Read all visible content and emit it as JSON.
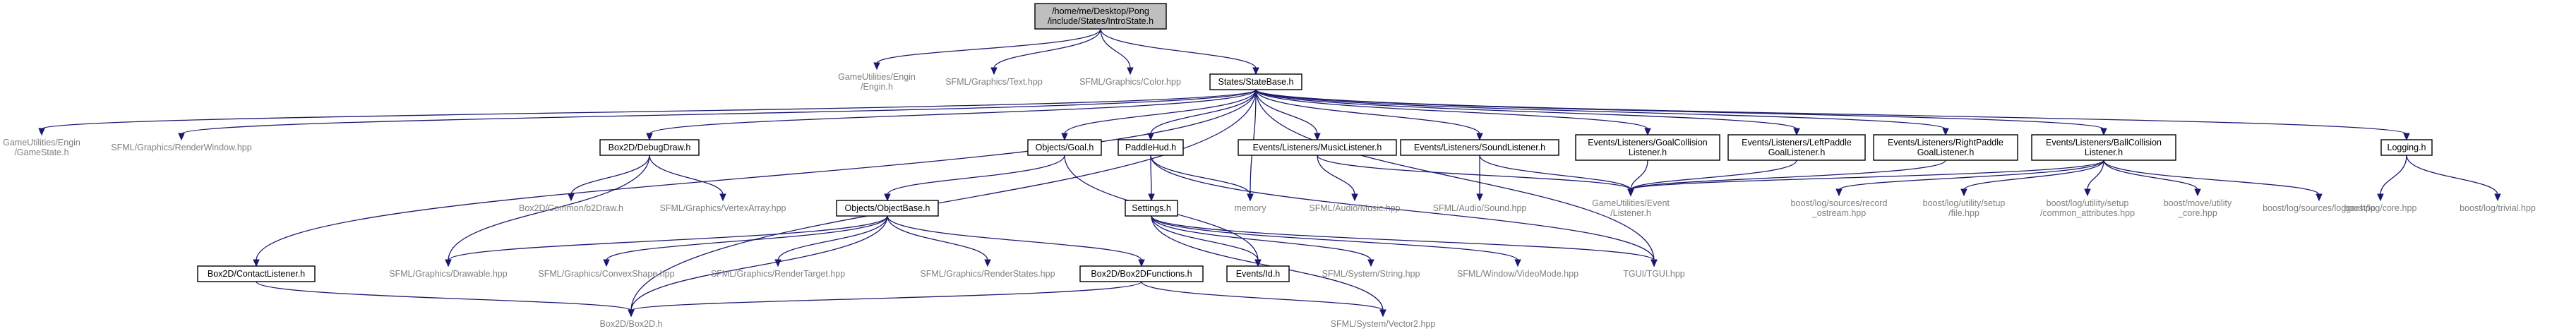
{
  "diagram": {
    "type": "include-dependency-graph",
    "colors": {
      "edge": "#191970",
      "root_fill": "#bfbfbf",
      "documented_fill": "#ffffff",
      "documented_border": "#000000",
      "external_text": "#7f7f7f",
      "text": "#000000"
    },
    "nodes": [
      {
        "id": "introstate",
        "lines": [
          "/home/me/Desktop/Pong",
          "/include/States/IntroState.h"
        ],
        "kind": "root"
      },
      {
        "id": "engin",
        "lines": [
          "GameUtilities/Engin",
          "/Engin.h"
        ],
        "kind": "external"
      },
      {
        "id": "text",
        "lines": [
          "SFML/Graphics/Text.hpp"
        ],
        "kind": "external"
      },
      {
        "id": "color",
        "lines": [
          "SFML/Graphics/Color.hpp"
        ],
        "kind": "external"
      },
      {
        "id": "statebase",
        "lines": [
          "States/StateBase.h"
        ],
        "kind": "documented"
      },
      {
        "id": "gamestate",
        "lines": [
          "GameUtilities/Engin",
          "/GameState.h"
        ],
        "kind": "external"
      },
      {
        "id": "renderwindow",
        "lines": [
          "SFML/Graphics/RenderWindow.hpp"
        ],
        "kind": "external"
      },
      {
        "id": "debugdraw",
        "lines": [
          "Box2D/DebugDraw.h"
        ],
        "kind": "documented"
      },
      {
        "id": "goal",
        "lines": [
          "Objects/Goal.h"
        ],
        "kind": "documented"
      },
      {
        "id": "paddlehud",
        "lines": [
          "PaddleHud.h"
        ],
        "kind": "documented"
      },
      {
        "id": "musiclistener",
        "lines": [
          "Events/Listeners/MusicListener.h"
        ],
        "kind": "documented"
      },
      {
        "id": "soundlistener",
        "lines": [
          "Events/Listeners/SoundListener.h"
        ],
        "kind": "documented"
      },
      {
        "id": "goalcollision",
        "lines": [
          "Events/Listeners/GoalCollision",
          "Listener.h"
        ],
        "kind": "documented"
      },
      {
        "id": "leftpaddle",
        "lines": [
          "Events/Listeners/LeftPaddle",
          "GoalListener.h"
        ],
        "kind": "documented"
      },
      {
        "id": "rightpaddle",
        "lines": [
          "Events/Listeners/RightPaddle",
          "GoalListener.h"
        ],
        "kind": "documented"
      },
      {
        "id": "ballcollision",
        "lines": [
          "Events/Listeners/BallCollision",
          "Listener.h"
        ],
        "kind": "documented"
      },
      {
        "id": "logging",
        "lines": [
          "Logging.h"
        ],
        "kind": "documented"
      },
      {
        "id": "b2draw",
        "lines": [
          "Box2D/Common/b2Draw.h"
        ],
        "kind": "external"
      },
      {
        "id": "vertexarray",
        "lines": [
          "SFML/Graphics/VertexArray.hpp"
        ],
        "kind": "external"
      },
      {
        "id": "objectbase",
        "lines": [
          "Objects/ObjectBase.h"
        ],
        "kind": "documented"
      },
      {
        "id": "memory",
        "lines": [
          "memory"
        ],
        "kind": "external"
      },
      {
        "id": "settings",
        "lines": [
          "Settings.h"
        ],
        "kind": "documented"
      },
      {
        "id": "music",
        "lines": [
          "SFML/Audio/Music.hpp"
        ],
        "kind": "external"
      },
      {
        "id": "sound",
        "lines": [
          "SFML/Audio/Sound.hpp"
        ],
        "kind": "external"
      },
      {
        "id": "eventlistener",
        "lines": [
          "GameUtilities/Event",
          "/Listener.h"
        ],
        "kind": "external"
      },
      {
        "id": "record_ostream",
        "lines": [
          "boost/log/sources/record",
          "_ostream.hpp"
        ],
        "kind": "external"
      },
      {
        "id": "setupfile",
        "lines": [
          "boost/log/utility/setup",
          "/file.hpp"
        ],
        "kind": "external"
      },
      {
        "id": "common_attributes",
        "lines": [
          "boost/log/utility/setup",
          "/common_attributes.hpp"
        ],
        "kind": "external"
      },
      {
        "id": "utility_core",
        "lines": [
          "boost/move/utility",
          "_core.hpp"
        ],
        "kind": "external"
      },
      {
        "id": "logger",
        "lines": [
          "boost/log/sources/logger.hpp"
        ],
        "kind": "external"
      },
      {
        "id": "logcore",
        "lines": [
          "boost/log/core.hpp"
        ],
        "kind": "external"
      },
      {
        "id": "trivial",
        "lines": [
          "boost/log/trivial.hpp"
        ],
        "kind": "external"
      },
      {
        "id": "contactlistener",
        "lines": [
          "Box2D/ContactListener.h"
        ],
        "kind": "documented"
      },
      {
        "id": "drawable",
        "lines": [
          "SFML/Graphics/Drawable.hpp"
        ],
        "kind": "external"
      },
      {
        "id": "convexshape",
        "lines": [
          "SFML/Graphics/ConvexShape.hpp"
        ],
        "kind": "external"
      },
      {
        "id": "rendertarget",
        "lines": [
          "SFML/Graphics/RenderTarget.hpp"
        ],
        "kind": "external"
      },
      {
        "id": "renderstates",
        "lines": [
          "SFML/Graphics/RenderStates.hpp"
        ],
        "kind": "external"
      },
      {
        "id": "box2dfunctions",
        "lines": [
          "Box2D/Box2DFunctions.h"
        ],
        "kind": "documented"
      },
      {
        "id": "eventsid",
        "lines": [
          "Events/Id.h"
        ],
        "kind": "documented"
      },
      {
        "id": "systemstring",
        "lines": [
          "SFML/System/String.hpp"
        ],
        "kind": "external"
      },
      {
        "id": "videomode",
        "lines": [
          "SFML/Window/VideoMode.hpp"
        ],
        "kind": "external"
      },
      {
        "id": "tgui",
        "lines": [
          "TGUI/TGUI.hpp"
        ],
        "kind": "external"
      },
      {
        "id": "box2d",
        "lines": [
          "Box2D/Box2D.h"
        ],
        "kind": "external"
      },
      {
        "id": "vector2",
        "lines": [
          "SFML/System/Vector2.hpp"
        ],
        "kind": "external"
      }
    ],
    "edges": [
      [
        "introstate",
        "engin"
      ],
      [
        "introstate",
        "text"
      ],
      [
        "introstate",
        "color"
      ],
      [
        "introstate",
        "statebase"
      ],
      [
        "statebase",
        "gamestate"
      ],
      [
        "statebase",
        "renderwindow"
      ],
      [
        "statebase",
        "contactlistener"
      ],
      [
        "statebase",
        "box2d"
      ],
      [
        "statebase",
        "debugdraw"
      ],
      [
        "statebase",
        "goal"
      ],
      [
        "statebase",
        "paddlehud"
      ],
      [
        "statebase",
        "memory"
      ],
      [
        "statebase",
        "musiclistener"
      ],
      [
        "statebase",
        "soundlistener"
      ],
      [
        "statebase",
        "goalcollision"
      ],
      [
        "statebase",
        "leftpaddle"
      ],
      [
        "statebase",
        "rightpaddle"
      ],
      [
        "statebase",
        "ballcollision"
      ],
      [
        "statebase",
        "logging"
      ],
      [
        "statebase",
        "tgui"
      ],
      [
        "debugdraw",
        "b2draw"
      ],
      [
        "debugdraw",
        "vertexarray"
      ],
      [
        "debugdraw",
        "drawable"
      ],
      [
        "goal",
        "objectbase"
      ],
      [
        "goal",
        "eventsid"
      ],
      [
        "objectbase",
        "drawable"
      ],
      [
        "objectbase",
        "convexshape"
      ],
      [
        "objectbase",
        "rendertarget"
      ],
      [
        "objectbase",
        "renderstates"
      ],
      [
        "objectbase",
        "box2dfunctions"
      ],
      [
        "objectbase",
        "box2d"
      ],
      [
        "paddlehud",
        "settings"
      ],
      [
        "paddlehud",
        "memory"
      ],
      [
        "paddlehud",
        "tgui"
      ],
      [
        "settings",
        "eventsid"
      ],
      [
        "settings",
        "systemstring"
      ],
      [
        "settings",
        "videomode"
      ],
      [
        "settings",
        "tgui"
      ],
      [
        "settings",
        "vector2"
      ],
      [
        "box2dfunctions",
        "box2d"
      ],
      [
        "box2dfunctions",
        "vector2"
      ],
      [
        "contactlistener",
        "box2d"
      ],
      [
        "musiclistener",
        "music"
      ],
      [
        "musiclistener",
        "eventlistener"
      ],
      [
        "soundlistener",
        "sound"
      ],
      [
        "soundlistener",
        "eventlistener"
      ],
      [
        "goalcollision",
        "eventlistener"
      ],
      [
        "leftpaddle",
        "eventlistener"
      ],
      [
        "rightpaddle",
        "eventlistener"
      ],
      [
        "ballcollision",
        "eventlistener"
      ],
      [
        "ballcollision",
        "record_ostream"
      ],
      [
        "ballcollision",
        "setupfile"
      ],
      [
        "ballcollision",
        "common_attributes"
      ],
      [
        "ballcollision",
        "utility_core"
      ],
      [
        "ballcollision",
        "logger"
      ],
      [
        "logging",
        "logcore"
      ],
      [
        "logging",
        "trivial"
      ]
    ]
  }
}
